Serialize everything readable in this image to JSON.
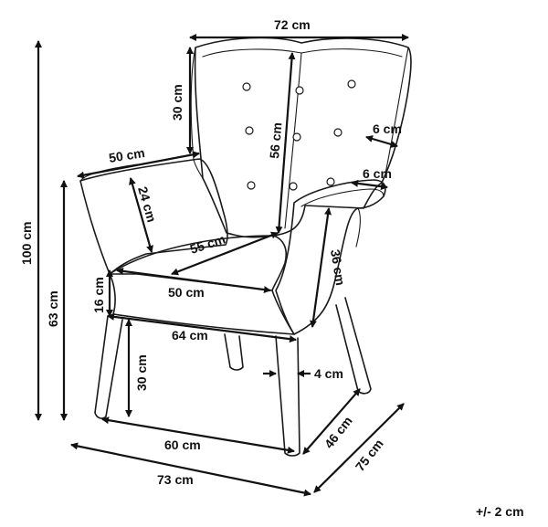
{
  "dimensions": {
    "top_width": "72 cm",
    "total_height": "100 cm",
    "seat_height": "63 cm",
    "backrest_top": "30 cm",
    "backrest_height": "56 cm",
    "backrest_thickness": "6 cm",
    "armrest_width": "6 cm",
    "arm_depth": "50 cm",
    "arm_height": "24 cm",
    "seat_depth": "55 cm",
    "seat_width": "50 cm",
    "cushion_height": "16 cm",
    "arm_panel_height": "36 cm",
    "inner_width": "64 cm",
    "leg_height": "30 cm",
    "leg_thickness": "4 cm",
    "leg_width": "60 cm",
    "leg_depth": "46 cm",
    "overall_width": "73 cm",
    "overall_depth": "75 cm"
  },
  "tolerance": "+/- 2 cm"
}
